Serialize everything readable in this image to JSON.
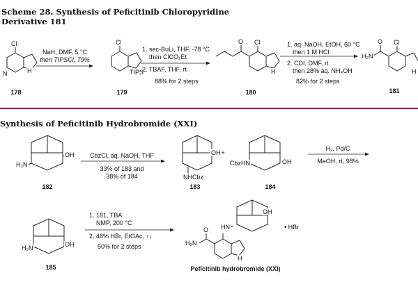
{
  "scheme28": {
    "title_line1": "Scheme 28. Synthesis of Peficitinib Chloropyridine",
    "title_line2": "Derivative 181",
    "compounds": {
      "c178": "178",
      "c179": "179",
      "c180": "180",
      "c181": "181"
    },
    "step1": {
      "line1": "NaH, DMF, 5 °C",
      "line2": "then TIPSCl, 79%"
    },
    "step2": {
      "line1": "1. sec-BuLi, THF, -78 °C",
      "line2": "then ClCO₂Et",
      "line3": "2. TBAF, THF, rt",
      "line4": "88% for 2 steps"
    },
    "step3": {
      "line1": "1. aq. NaOH, EtOH, 60 °C",
      "line2": "then 1 M HCl",
      "line3": "2. CDI, DMF, rt",
      "line4": "then 28% aq. NH₄OH",
      "line5": "82% for 2 steps"
    }
  },
  "scheme_xxi": {
    "title": "Synthesis of Peficitinib Hydrobromide (XXI)",
    "compounds": {
      "c182": "182",
      "c183": "183",
      "c184": "184",
      "c185": "185"
    },
    "step1": {
      "line1": "CbzCl, aq. NaOH, THF",
      "line2": "33% of 183 and",
      "line3": "38% of 184"
    },
    "plus": "+",
    "step2": {
      "line1": "H₂, Pd/C",
      "line2": "MeOH, rt, 98%"
    },
    "step3": {
      "line1": "1. 181, TBA",
      "line2": "NMP, 200 °C",
      "line3": "2. 48% HBr, EtOAc, ↑↓",
      "line4": "50% for 2 steps"
    },
    "salt": "• HBr",
    "product_name": "Peficitinib hydrobromide (XXI)"
  },
  "atoms": {
    "cl": "Cl",
    "n": "N",
    "nh": "H",
    "tips": "TIPS",
    "o": "O",
    "h2n": "H₂N",
    "oh": "OH",
    "nhcbz": "NHCbz",
    "cbzhn": "CbzHN",
    "hn": "HN"
  }
}
